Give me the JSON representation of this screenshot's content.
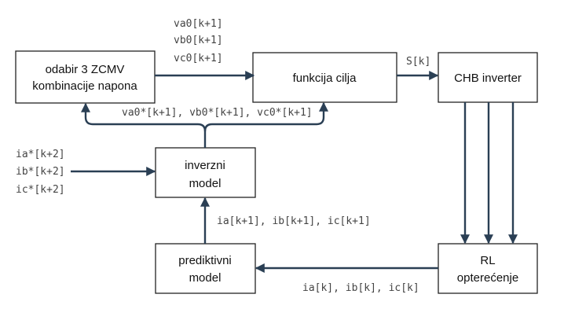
{
  "colors": {
    "wire": "#2a3f54",
    "box_stroke": "#222222",
    "text": "#111111",
    "signal_text": "#444444"
  },
  "blocks": {
    "zcmv": {
      "line1": "odabir 3 ZCMV",
      "line2": "kombinacije napona"
    },
    "cost": {
      "line1": "funkcija cilja"
    },
    "chb": {
      "line1": "CHB inverter"
    },
    "inverse": {
      "line1": "inverzni",
      "line2": "model"
    },
    "predictive": {
      "line1": "prediktivni",
      "line2": "model"
    },
    "load": {
      "line1": "RL",
      "line2": "opterećenje"
    }
  },
  "signals": {
    "v_next": [
      "va0[k+1]",
      "vb0[k+1]",
      "vc0[k+1]"
    ],
    "switch_state": "S[k]",
    "v_ref_next": "va0*[k+1], vb0*[k+1], vc0*[k+1]",
    "i_ref": [
      "ia*[k+2]",
      "ib*[k+2]",
      "ic*[k+2]"
    ],
    "i_pred": "ia[k+1], ib[k+1], ic[k+1]",
    "i_meas": "ia[k], ib[k], ic[k]"
  }
}
